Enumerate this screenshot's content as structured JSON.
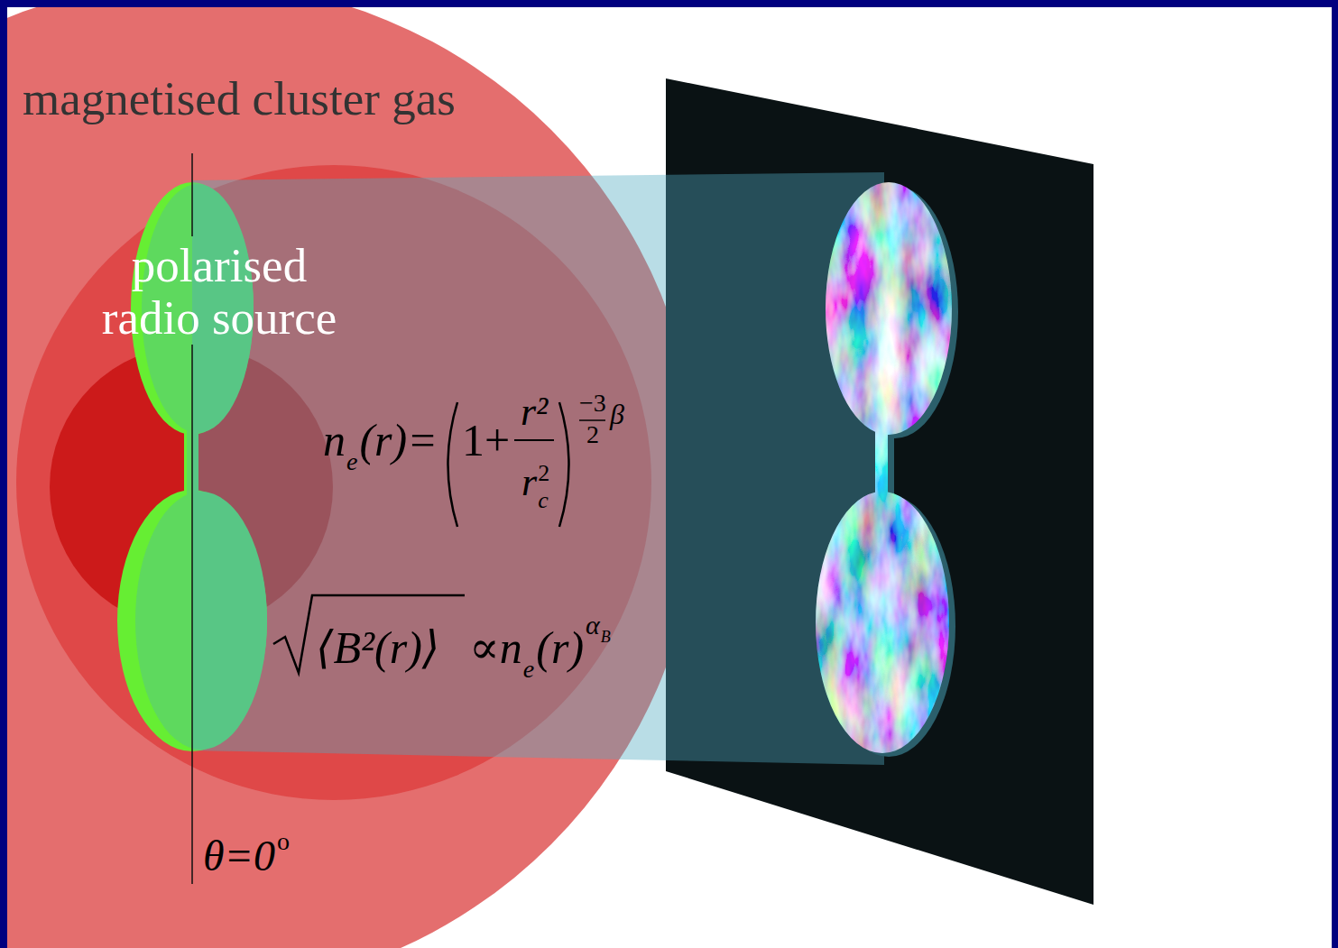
{
  "diagram": {
    "nodes": [
      {
        "text": [
          "magnetised cluster gas"
        ]
      },
      {
        "text": [
          "polarised radio source"
        ],
        "in": 0
      }
    ],
    "labels": [
      "n",
      "e",
      "(r)=",
      "1+",
      "r²",
      "r",
      "c",
      "2",
      "−3",
      "2",
      "β",
      "⟨B²(r)⟩",
      "∝n",
      "e",
      "(r)",
      "α",
      "B",
      "θ=0",
      "o"
    ]
  }
}
